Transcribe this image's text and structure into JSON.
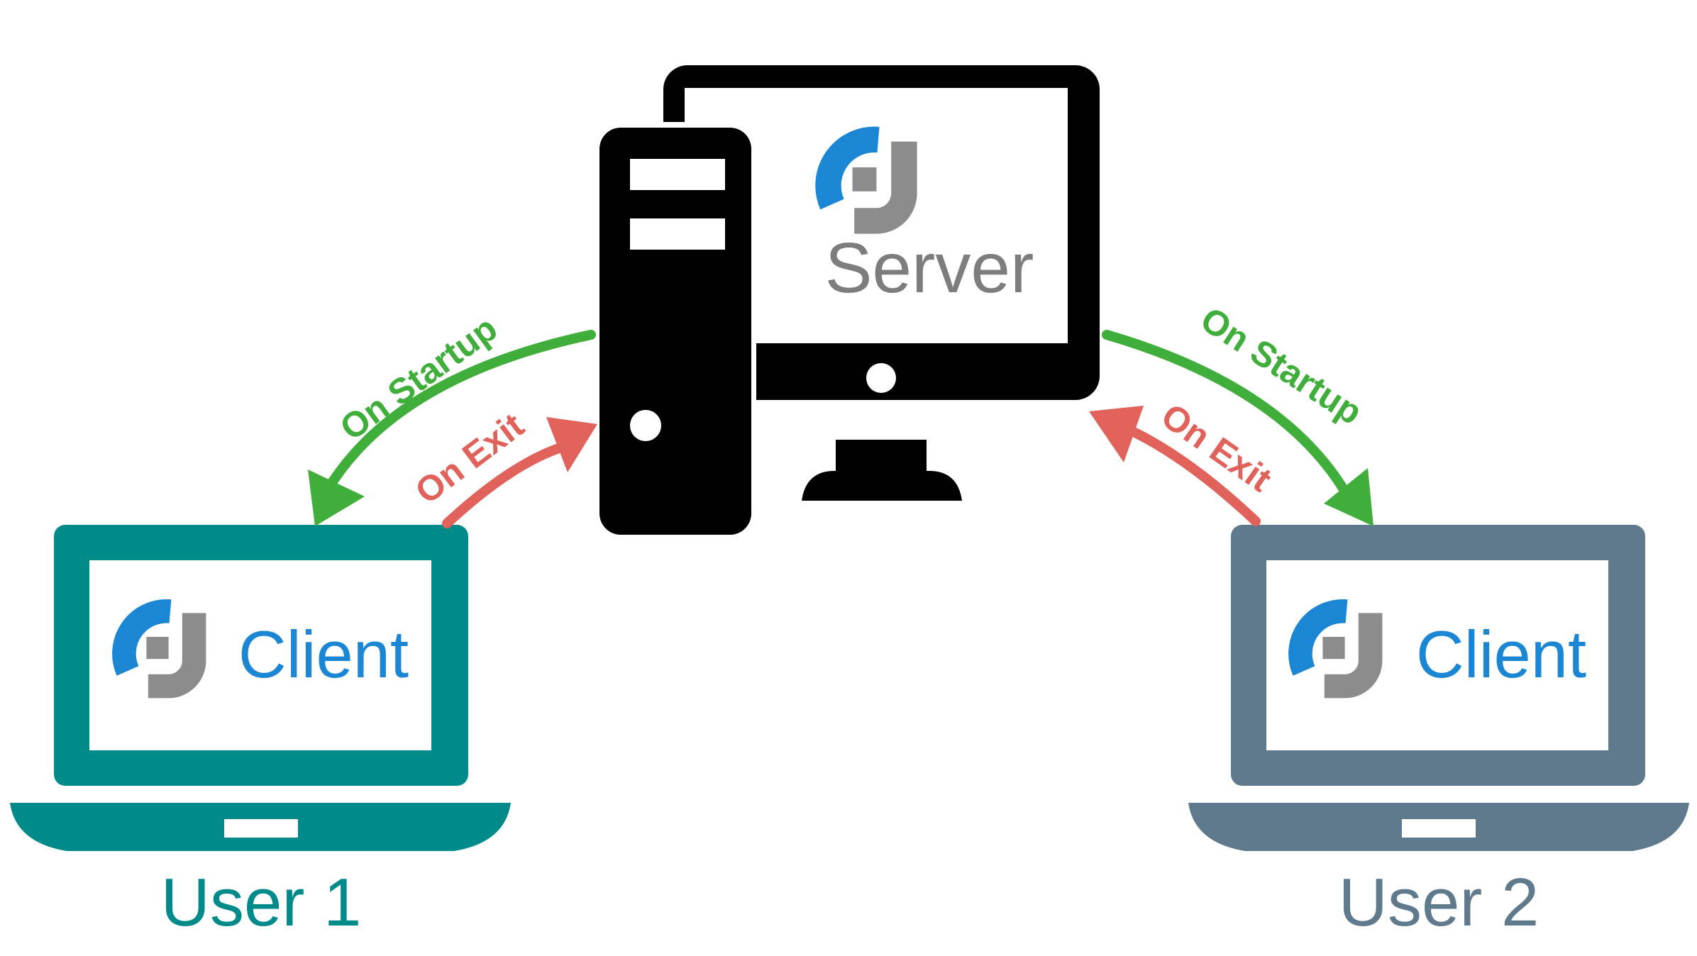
{
  "server": {
    "label": "Server",
    "label_color": "#7d7d7d"
  },
  "client_left": {
    "label": "Client",
    "user_label": "User 1",
    "body_color": "#008a8a"
  },
  "client_right": {
    "label": "Client",
    "user_label": "User 2",
    "body_color": "#5e7a8c"
  },
  "arrows": {
    "startup_label": "On Startup",
    "exit_label": "On Exit",
    "startup_color": "#3fae3a",
    "exit_color": "#e0625a"
  },
  "logo": {
    "blue": "#1b87d4",
    "gray": "#8c8c8c"
  },
  "monitor_color": "#000000",
  "client_text_color": "#1b87d4",
  "icons": [
    "server-tower-icon",
    "monitor-icon",
    "laptop-icon",
    "app-logo-icon"
  ]
}
